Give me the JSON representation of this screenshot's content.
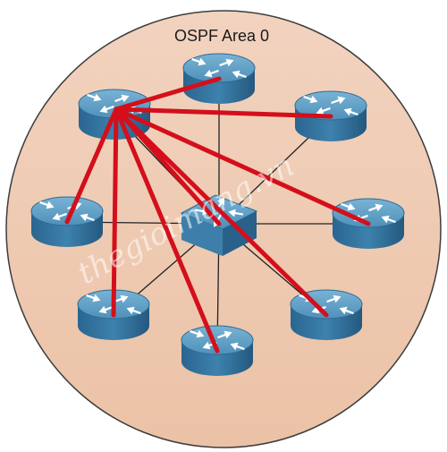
{
  "diagram": {
    "area_label": "OSPF Area 0",
    "watermark": "thegioimang.vn",
    "colors": {
      "area_fill": "#efc9b0",
      "area_stroke": "#3d3d3d",
      "link_line": "#222222",
      "adjacency_line": "#d40f1b",
      "device_top": "#5f9dc2",
      "device_side": "#2e6e98"
    },
    "devices": [
      {
        "id": "r-topleft",
        "type": "router",
        "icon": "router-icon"
      },
      {
        "id": "r-top",
        "type": "router",
        "icon": "router-icon"
      },
      {
        "id": "r-topright",
        "type": "router",
        "icon": "router-icon"
      },
      {
        "id": "r-left",
        "type": "router",
        "icon": "router-icon"
      },
      {
        "id": "switch",
        "type": "switch",
        "icon": "multilayer-switch-icon"
      },
      {
        "id": "r-right",
        "type": "router",
        "icon": "router-icon"
      },
      {
        "id": "r-botleft",
        "type": "router",
        "icon": "router-icon"
      },
      {
        "id": "r-bottom",
        "type": "router",
        "icon": "router-icon"
      },
      {
        "id": "r-botright",
        "type": "router",
        "icon": "router-icon"
      }
    ],
    "links": [
      [
        "switch",
        "r-topleft"
      ],
      [
        "switch",
        "r-top"
      ],
      [
        "switch",
        "r-topright"
      ],
      [
        "switch",
        "r-left"
      ],
      [
        "switch",
        "r-right"
      ],
      [
        "switch",
        "r-botleft"
      ],
      [
        "switch",
        "r-bottom"
      ],
      [
        "switch",
        "r-botright"
      ]
    ],
    "adjacencies": [
      [
        "r-topleft",
        "r-top"
      ],
      [
        "r-topleft",
        "r-topright"
      ],
      [
        "r-topleft",
        "r-left"
      ],
      [
        "r-topleft",
        "r-botleft"
      ],
      [
        "r-topleft",
        "r-bottom"
      ],
      [
        "r-topleft",
        "r-botright"
      ],
      [
        "r-topleft",
        "r-right"
      ],
      [
        "r-topleft",
        "switch"
      ]
    ]
  }
}
